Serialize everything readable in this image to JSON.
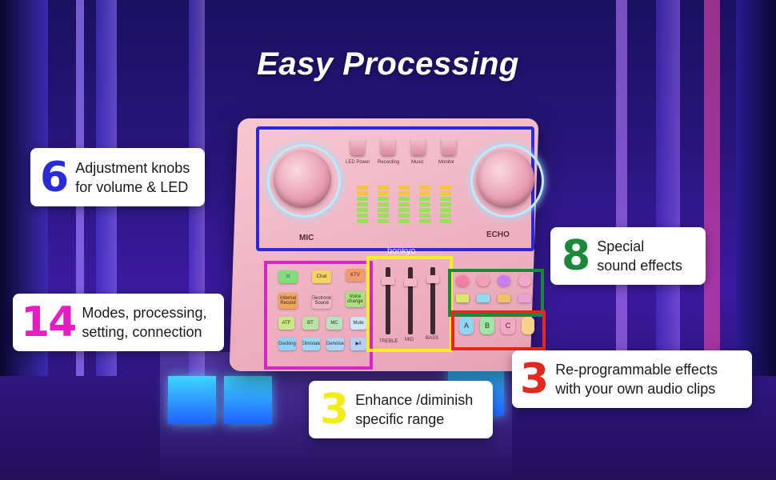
{
  "title": "Easy Processing",
  "callouts": [
    {
      "number": "6",
      "color": "#2a2ad8",
      "lines": [
        "Adjustment knobs",
        "for volume & LED"
      ]
    },
    {
      "number": "14",
      "color": "#e31fc3",
      "lines": [
        "Modes, processing,",
        "setting, connection"
      ]
    },
    {
      "number": "8",
      "color": "#1a8a3a",
      "lines": [
        "Special",
        "sound effects"
      ]
    },
    {
      "number": "3",
      "color": "#e3281f",
      "lines": [
        "Re-programmable effects",
        "with your own audio clips"
      ]
    },
    {
      "number": "3",
      "color": "#f4ec1a",
      "lines": [
        "Enhance /diminish",
        "specific range"
      ]
    }
  ],
  "device": {
    "brand": "bonkyo",
    "mic_label": "MIC",
    "echo_label": "ECHO",
    "knob_labels": [
      "LED Power",
      "Recording",
      "Music",
      "Monitor"
    ],
    "eq_labels": [
      "TREBLE",
      "MID",
      "BASS"
    ],
    "mode_pads": [
      {
        "label": "⏻",
        "color": "#7be07b"
      },
      {
        "label": "Chat",
        "color": "#f3d463"
      },
      {
        "label": "KTV",
        "color": "#f29a6b"
      },
      {
        "label": "Internal Record",
        "color": "#f0a55b"
      },
      {
        "label": "Electronic Sound",
        "color": "#f1b6c7"
      },
      {
        "label": "Voice change",
        "color": "#a6e27a"
      },
      {
        "label": "ATF",
        "color": "#c7ea85"
      },
      {
        "label": "BT",
        "color": "#b8e4a3"
      },
      {
        "label": "MC",
        "color": "#b7e3c1"
      },
      {
        "label": "Mute",
        "color": "#cbe6f5"
      },
      {
        "label": "Ducking",
        "color": "#8fd2f6"
      },
      {
        "label": "Eliminate",
        "color": "#9bd8f3"
      },
      {
        "label": "Denoise",
        "color": "#a9d5f6"
      },
      {
        "label": "▶‖",
        "color": "#b6cff6"
      }
    ],
    "fx_pads": [
      "A",
      "B",
      "C"
    ]
  }
}
